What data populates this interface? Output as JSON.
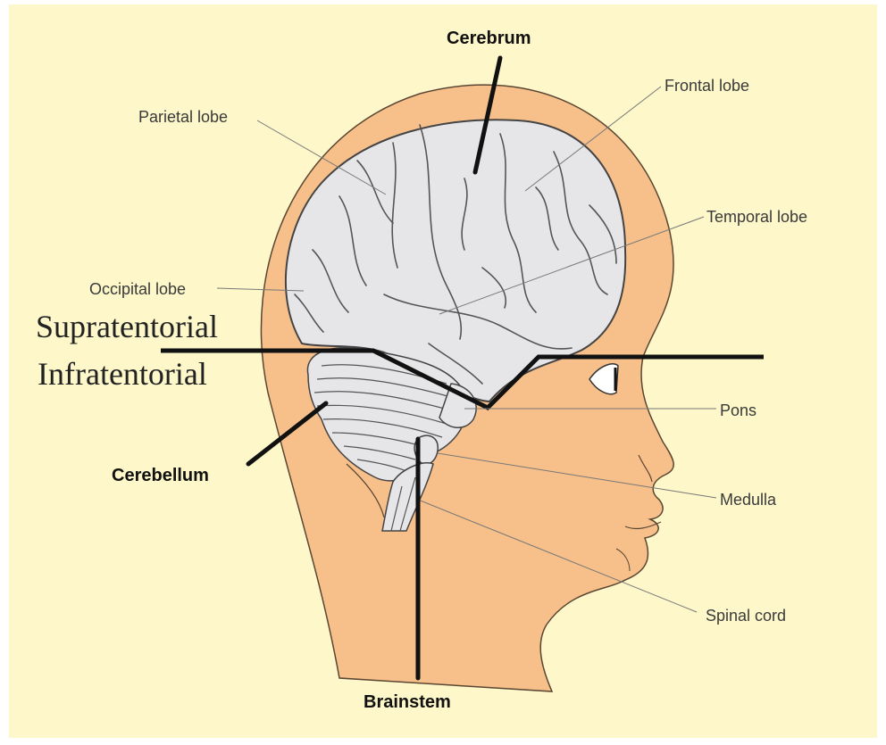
{
  "colors": {
    "background": "#fdf7c9",
    "head": "#f7c08b",
    "head_outline": "#5a4632",
    "brain": "#e6e6e8",
    "brain_outline": "#444444"
  },
  "icons": [
    "eye-icon"
  ],
  "labels": {
    "cerebrum": "Cerebrum",
    "frontal_lobe": "Frontal lobe",
    "parietal_lobe": "Parietal lobe",
    "temporal_lobe": "Temporal lobe",
    "occipital_lobe": "Occipital lobe",
    "supratentorial": "Supratentorial",
    "infratentorial": "Infratentorial",
    "pons": "Pons",
    "cerebellum": "Cerebellum",
    "medulla": "Medulla",
    "spinal_cord": "Spinal cord",
    "brainstem": "Brainstem"
  }
}
